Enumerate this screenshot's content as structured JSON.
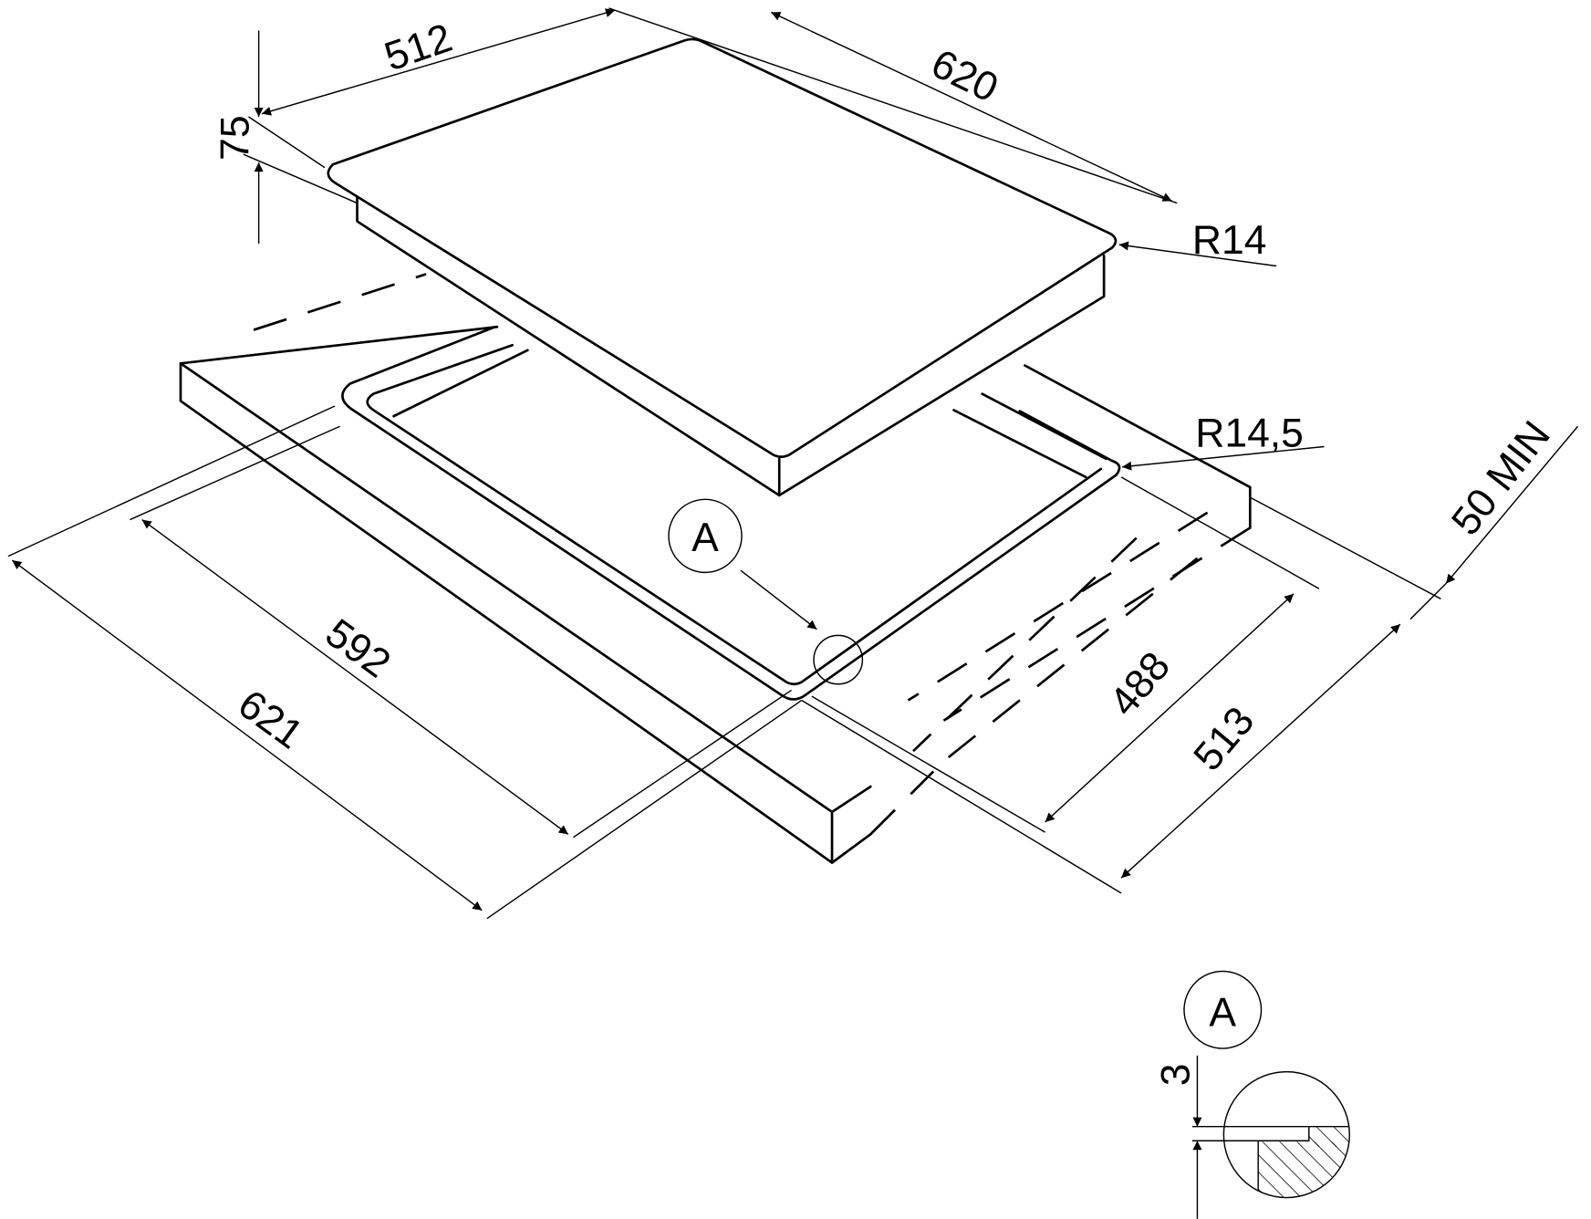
{
  "drawing": {
    "dimensions": {
      "hob_depth": "512",
      "hob_width": "620",
      "hob_height": "75",
      "hob_radius": "R14",
      "cutout_radius": "R14,5",
      "min_distance": "50 MIN",
      "cutout_width": "592",
      "outer_width": "621",
      "cutout_depth": "488",
      "outer_depth": "513"
    },
    "detail_label": "A",
    "detail_view": {
      "label": "A",
      "thickness": "3"
    }
  }
}
